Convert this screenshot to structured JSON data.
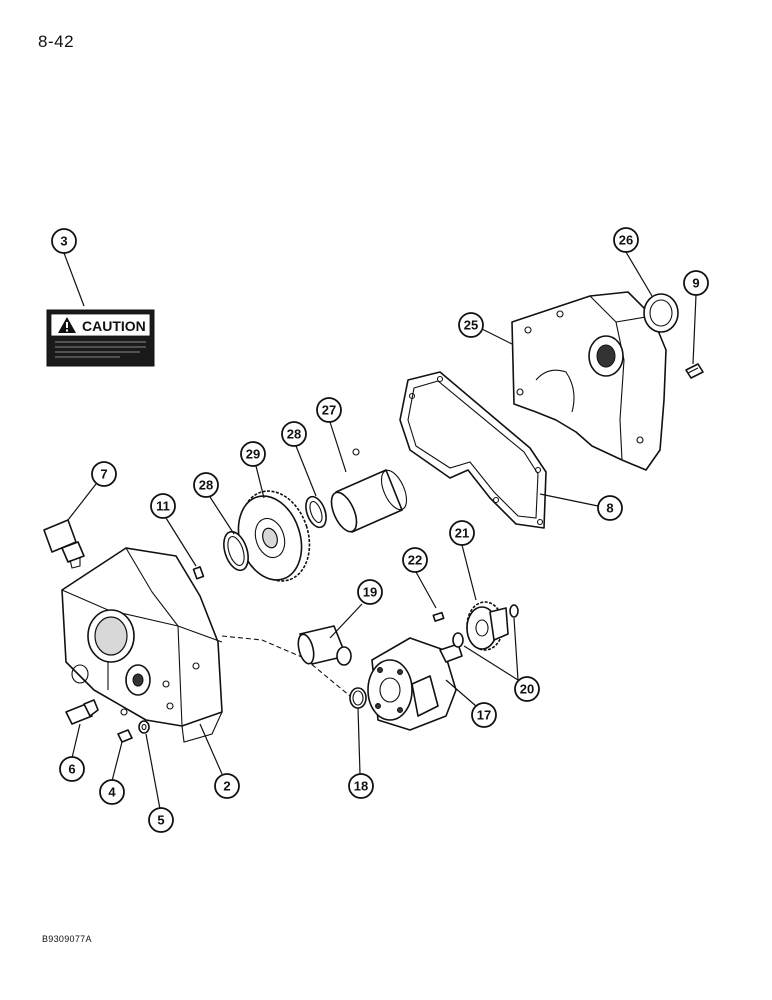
{
  "page": {
    "page_number": "8-42",
    "image_code": "B9309077A"
  },
  "decal": {
    "heading": "CAUTION",
    "warning_symbol": "warning-triangle-icon"
  },
  "callouts": [
    {
      "id": "c3",
      "label": "3"
    },
    {
      "id": "c26",
      "label": "26"
    },
    {
      "id": "c9",
      "label": "9"
    },
    {
      "id": "c25",
      "label": "25"
    },
    {
      "id": "c29",
      "label": "29"
    },
    {
      "id": "c28a",
      "label": "28"
    },
    {
      "id": "c27",
      "label": "27"
    },
    {
      "id": "c7",
      "label": "7"
    },
    {
      "id": "c28b",
      "label": "28"
    },
    {
      "id": "c11",
      "label": "11"
    },
    {
      "id": "c8",
      "label": "8"
    },
    {
      "id": "c21",
      "label": "21"
    },
    {
      "id": "c22",
      "label": "22"
    },
    {
      "id": "c19",
      "label": "19"
    },
    {
      "id": "c20",
      "label": "20"
    },
    {
      "id": "c17",
      "label": "17"
    },
    {
      "id": "c6",
      "label": "6"
    },
    {
      "id": "c2",
      "label": "2"
    },
    {
      "id": "c18",
      "label": "18"
    },
    {
      "id": "c4",
      "label": "4"
    },
    {
      "id": "c5",
      "label": "5"
    }
  ]
}
